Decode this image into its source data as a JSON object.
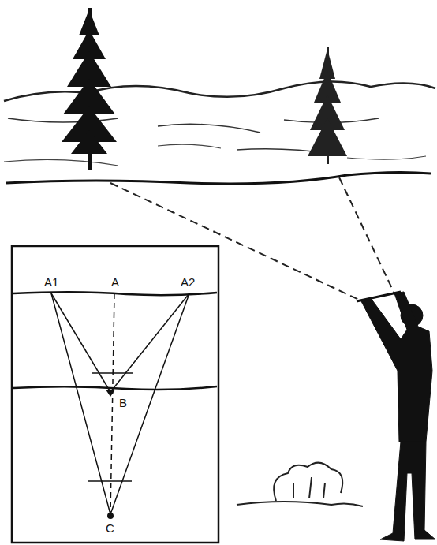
{
  "diagram": {
    "labels": [
      "A1",
      "A",
      "A2",
      "B",
      "C"
    ]
  }
}
